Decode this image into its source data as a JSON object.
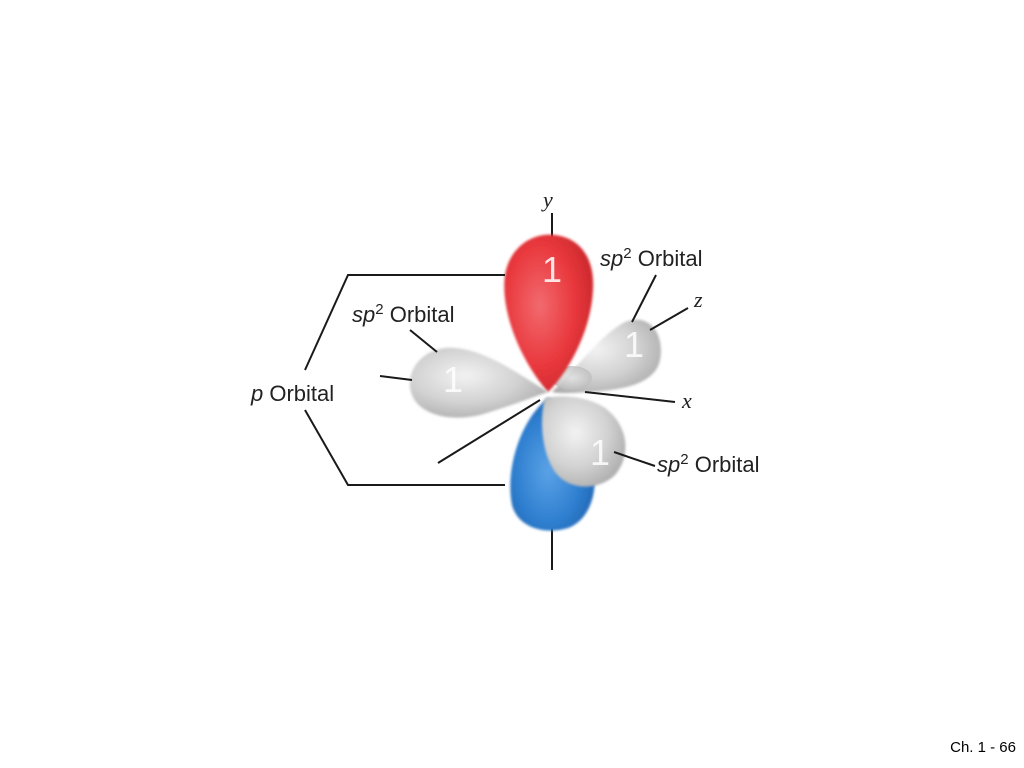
{
  "diagram": {
    "axes": {
      "y": "y",
      "x": "x",
      "z": "z"
    },
    "labels": {
      "sp2_a": {
        "prefix": "sp",
        "sup": "2",
        "suffix": " Orbital"
      },
      "sp2_b": {
        "prefix": "sp",
        "sup": "2",
        "suffix": " Orbital"
      },
      "sp2_c": {
        "prefix": "sp",
        "sup": "2",
        "suffix": " Orbital"
      },
      "p": {
        "prefix": "p",
        "suffix": " Orbital"
      }
    },
    "lobe_signs": {
      "p_top": "1",
      "sp2_left": "1",
      "sp2_upper_right": "1",
      "sp2_lower_right": "1"
    },
    "colors": {
      "p_top": "#e8383d",
      "p_bottom": "#2f7fd0",
      "sp2": "#c8c8c8"
    }
  },
  "footer": {
    "page_number": "Ch. 1 - 66"
  }
}
